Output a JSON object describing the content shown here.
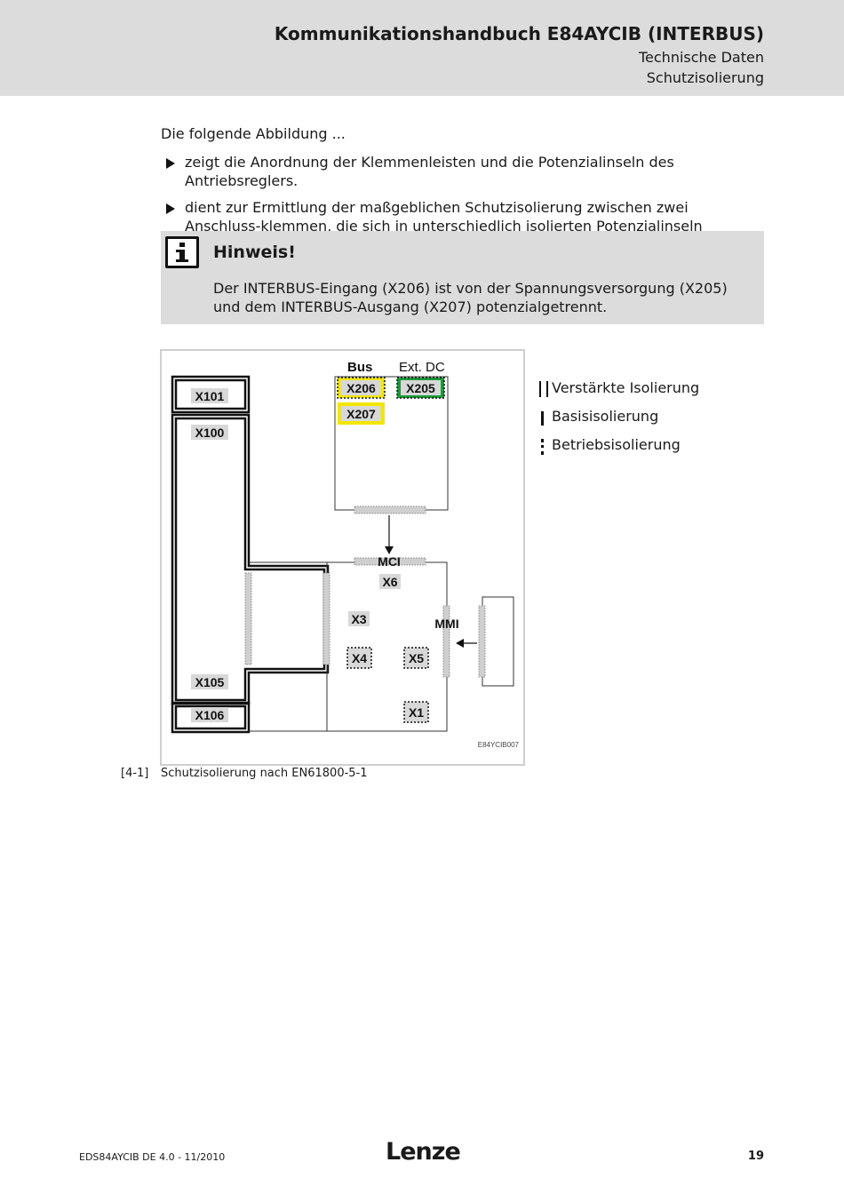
{
  "header": {
    "title": "Kommunikationshandbuch E84AYCIB (INTERBUS)",
    "chapter": "Technische Daten",
    "section": "Schutzisolierung"
  },
  "body": {
    "intro": "Die folgende Abbildung ...",
    "bullets": [
      "zeigt die Anordnung der Klemmenleisten und die Potenzialinseln des Antriebsreglers.",
      "dient zur Ermittlung der maßgeblichen Schutzisolierung zwischen zwei Anschluss-klemmen, die sich in unterschiedlich isolierten Potenzialinseln befinden."
    ]
  },
  "note": {
    "icon": "info-icon",
    "heading": "Hinweis!",
    "text": "Der INTERBUS-Eingang (X206) ist von der Spannungsversorgung (X205) und dem INTERBUS-Ausgang (X207) potenzialgetrennt."
  },
  "figure": {
    "labels": {
      "bus": "Bus",
      "extdc": "Ext. DC",
      "x206": "X206",
      "x205": "X205",
      "x207": "X207",
      "x101": "X101",
      "x100": "X100",
      "x105": "X105",
      "x106": "X106",
      "mci": "MCI",
      "x6": "X6",
      "x3": "X3",
      "mmi": "MMI",
      "x4": "X4",
      "x5": "X5",
      "x1": "X1",
      "code": "E84YCIB007"
    },
    "colors": {
      "x206": "#f2e600",
      "x205": "#1a9a3a",
      "x207": "#f2e600"
    }
  },
  "legend": [
    "Verstärkte Isolierung",
    "Basisisolierung",
    "Betriebsisolierung"
  ],
  "caption": {
    "number": "[4-1]",
    "text": "Schutzisolierung nach EN61800-5-1"
  },
  "footer": {
    "doc": "EDS84AYCIB DE 4.0 - 11/2010",
    "logo": "Lenze",
    "page": "19"
  }
}
